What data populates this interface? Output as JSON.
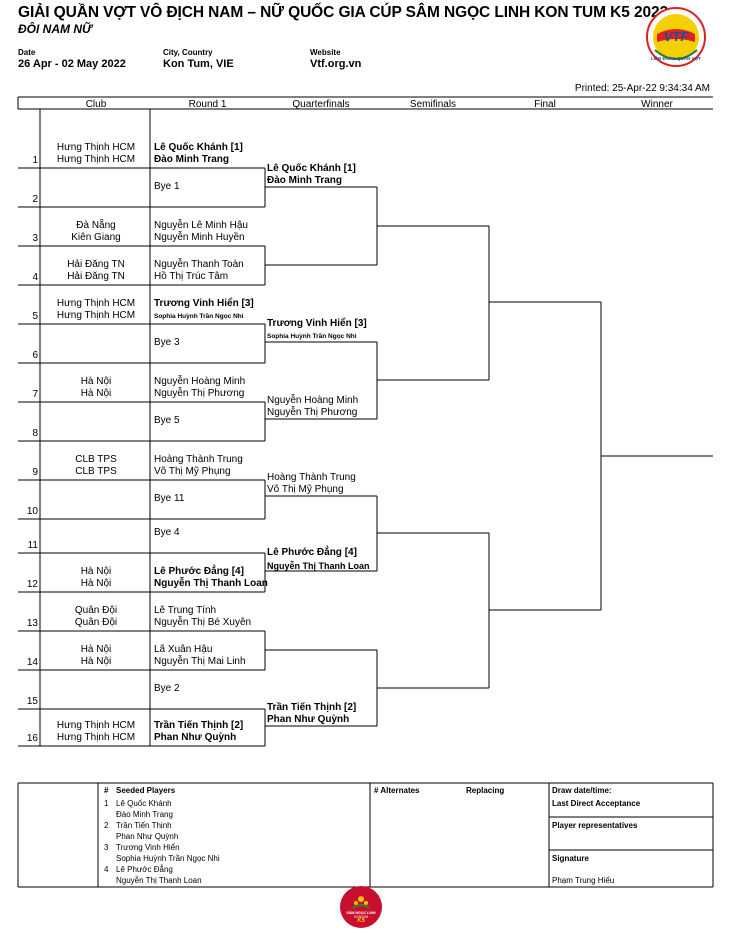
{
  "header": {
    "title": "GIẢI QUẦN VỢT VÔ ĐỊCH NAM – NỮ QUỐC GIA CÚP SÂM NGỌC LINH KON TUM K5 2022",
    "subtitle": "ĐÔI NAM NỮ",
    "date_label": "Date",
    "date": "26 Apr - 02 May 2022",
    "city_label": "City, Country",
    "city": "Kon Tum, VIE",
    "web_label": "Website",
    "web": "Vtf.org.vn",
    "printed": "Printed: 25-Apr-22 9:34:34 AM",
    "logo_text": "VTF",
    "logo_ring": "LIÊN ĐOÀN QUẦN VỢT"
  },
  "columns": {
    "club": "Club",
    "r1": "Round 1",
    "qf": "Quarterfinals",
    "sf": "Semifinals",
    "f": "Final",
    "w": "Winner"
  },
  "draw": [
    {
      "n": "1",
      "c1": "Hưng Thịnh HCM",
      "c2": "Hưng Thịnh HCM",
      "p1": "Lê Quốc Khánh [1]",
      "p2": "Đào Minh Trang"
    },
    {
      "n": "2",
      "c1": "",
      "c2": "",
      "p1": "Bye 1",
      "p2": ""
    },
    {
      "n": "3",
      "c1": "Đà Nẵng",
      "c2": "Kiên Giang",
      "p1": "Nguyễn Lê Minh Hậu",
      "p2": "Nguyễn Minh Huyền"
    },
    {
      "n": "4",
      "c1": "Hải Đăng TN",
      "c2": "Hải Đăng TN",
      "p1": "Nguyễn Thanh Toàn",
      "p2": "Hồ Thị Trúc Tâm"
    },
    {
      "n": "5",
      "c1": "Hưng Thịnh HCM",
      "c2": "Hưng Thịnh HCM",
      "p1": "Trương Vinh Hiển [3]",
      "p2": "Sophia Huỳnh Trần Ngọc Nhi"
    },
    {
      "n": "6",
      "c1": "",
      "c2": "",
      "p1": "Bye 3",
      "p2": ""
    },
    {
      "n": "7",
      "c1": "Hà Nội",
      "c2": "Hà Nội",
      "p1": "Nguyễn Hoàng Minh",
      "p2": "Nguyễn Thị Phương"
    },
    {
      "n": "8",
      "c1": "",
      "c2": "",
      "p1": "Bye 5",
      "p2": ""
    },
    {
      "n": "9",
      "c1": "CLB TPS",
      "c2": "CLB TPS",
      "p1": "Hoàng Thành Trung",
      "p2": "Võ Thị Mỹ Phụng"
    },
    {
      "n": "10",
      "c1": "",
      "c2": "",
      "p1": "Bye 11",
      "p2": ""
    },
    {
      "n": "11",
      "c1": "",
      "c2": "",
      "p1": "Bye 4",
      "p2": ""
    },
    {
      "n": "12",
      "c1": "Hà Nội",
      "c2": "Hà Nội",
      "p1": "Lê Phước Đẳng [4]",
      "p2": "Nguyễn Thị Thanh Loan"
    },
    {
      "n": "13",
      "c1": "Quân Đội",
      "c2": "Quân Đội",
      "p1": "Lê Trung Tính",
      "p2": "Nguyễn Thị Bé Xuyên"
    },
    {
      "n": "14",
      "c1": "Hà Nội",
      "c2": "Hà Nội",
      "p1": "Lã Xuân Hậu",
      "p2": "Nguyễn Thị Mai Linh"
    },
    {
      "n": "15",
      "c1": "",
      "c2": "",
      "p1": "Bye 2",
      "p2": ""
    },
    {
      "n": "16",
      "c1": "Hưng Thịnh HCM",
      "c2": "Hưng Thịnh HCM",
      "p1": "Trần Tiến Thịnh [2]",
      "p2": "Phan Như Quỳnh"
    }
  ],
  "quarterfinals": [
    {
      "p1": "Lê Quốc Khánh [1]",
      "p2": "Đào Minh Trang"
    },
    {
      "p1": "Trương Vinh Hiển [3]",
      "p2": "Sophia Huỳnh Trần Ngọc Nhi"
    },
    {
      "p1": "Nguyễn Hoàng Minh",
      "p2": "Nguyễn Thị Phương"
    },
    {
      "p1": "Hoàng Thành Trung",
      "p2": "Võ Thị Mỹ Phụng"
    },
    {
      "p1": "Lê Phước Đẳng [4]",
      "p2": "Nguyễn Thị Thanh Loan"
    },
    {
      "p1": "Trần Tiến Thịnh [2]",
      "p2": "Phan Như Quỳnh"
    }
  ],
  "footer": {
    "hash": "#",
    "seeded": "Seeded Players",
    "seeds": [
      {
        "n": "1",
        "a": "Lê Quốc Khánh",
        "b": "Đào Minh Trang"
      },
      {
        "n": "2",
        "a": "Trần Tiến Thịnh",
        "b": "Phan Như Quỳnh"
      },
      {
        "n": "3",
        "a": "Trương Vinh Hiển",
        "b": "Sophia Huỳnh Trần Ngọc Nhi"
      },
      {
        "n": "4",
        "a": "Lê Phước Đẳng",
        "b": "Nguyễn Thị Thanh Loan"
      }
    ],
    "alternates": "# Alternates",
    "replacing": "Replacing",
    "draw_date": "Draw date/time:",
    "lda": "Last Direct Acceptance",
    "reps": "Player representatives",
    "signature": "Signature",
    "signer": "Phạm Trung Hiếu",
    "sponsor_line1": "SÂM NGỌC LINH",
    "sponsor_line2": "KONTUM",
    "sponsor_line3": "K5"
  }
}
